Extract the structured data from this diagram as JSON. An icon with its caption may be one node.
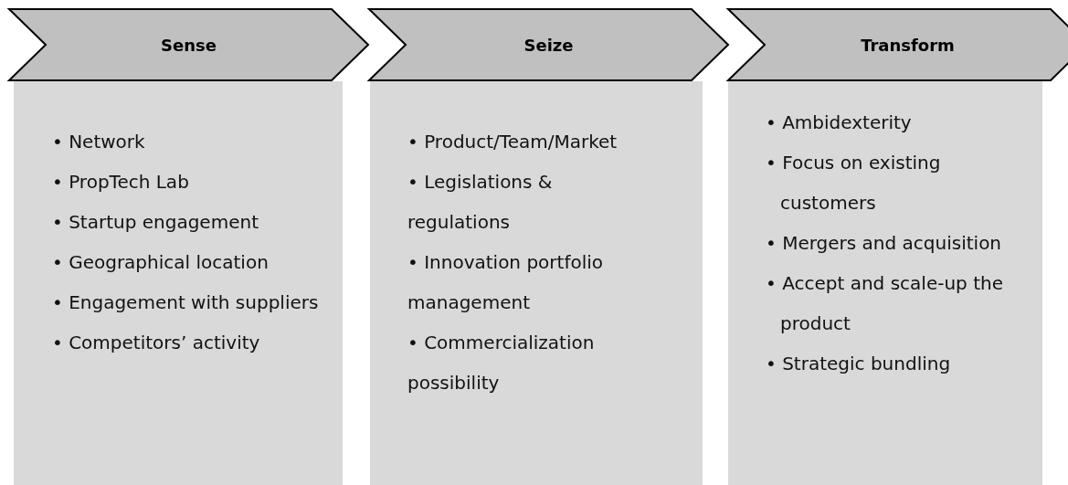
{
  "diagram": {
    "nodes": [
      {
        "text": [
          "Sense"
        ]
      },
      {
        "text": [
          "Seize"
        ]
      },
      {
        "text": [
          "Transform"
        ]
      },
      {
        "text": [
          "• Network",
          "• PropTech Lab",
          "• Startup engagement",
          "• Geographical location",
          "• Engagement with suppliers",
          "• Competitors’ activity"
        ]
      },
      {
        "text": [
          "• Product/Team/Market",
          "• Legislations & regulations",
          "• Innovation portfolio management",
          "• Commercialization possibility"
        ]
      },
      {
        "text": [
          "• Ambidexterity",
          "• Focus on existing customers",
          "• Mergers and acquisition",
          "• Accept and scale-up the product",
          "• Strategic bundling"
        ]
      }
    ]
  }
}
